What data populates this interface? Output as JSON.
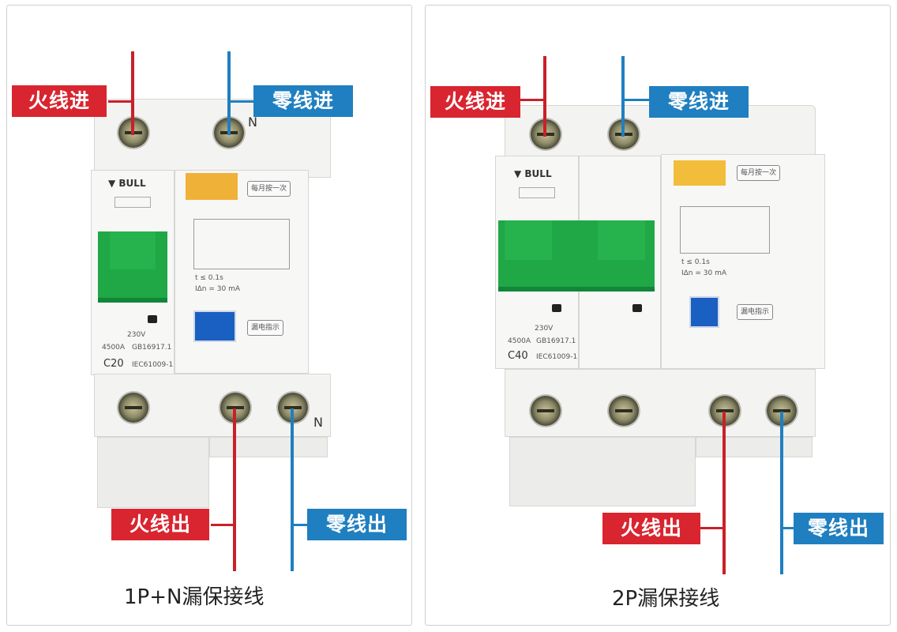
{
  "left": {
    "labels": {
      "live_in": "火线进",
      "neutral_in": "零线进",
      "live_out": "火线出",
      "neutral_out": "零线出"
    },
    "n_top": "N",
    "n_bottom": "N",
    "brand": "BULL",
    "rating": "C20",
    "rating_small": "4500A",
    "voltage": "230V",
    "std1": "GB16917.1",
    "std2": "IEC61009-1",
    "spec_time": "t ≤ 0.1s",
    "spec_current": "IΔn = 30 mA",
    "callout_test": "每月按一次",
    "callout_leak": "漏电指示",
    "caption": "1P+N漏保接线"
  },
  "right": {
    "labels": {
      "live_in": "火线进",
      "neutral_in": "零线进",
      "live_out": "火线出",
      "neutral_out": "零线出"
    },
    "brand": "BULL",
    "rating": "C40",
    "rating_small": "4500A",
    "voltage": "230V",
    "std1": "GB16917.1",
    "std2": "IEC61009-1",
    "spec_time": "t ≤ 0.1s",
    "spec_current": "IΔn = 30 mA",
    "callout_test": "每月按一次",
    "callout_leak": "漏电指示",
    "caption": "2P漏保接线"
  },
  "colors": {
    "live": "#d8252f",
    "neutral": "#1f7fc0",
    "toggle": "#1fa845",
    "test_button": "#1a5fc2"
  }
}
